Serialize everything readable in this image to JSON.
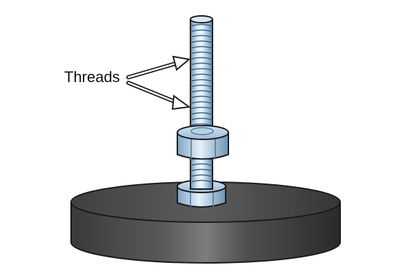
{
  "labels": {
    "threads": "Threads"
  },
  "colors": {
    "background": "#ffffff",
    "text": "#111111",
    "base_dark": "#2a2a2a",
    "base_light": "#8a8a8a",
    "metal_light": "#e8f2fa",
    "metal_mid": "#a9c7e0",
    "metal_dark": "#5f86a6",
    "outline": "#1a1a1a"
  },
  "parts": {
    "base": "magnetic-base",
    "rod": "threaded-rod",
    "upper_nut": "hex-nut",
    "lower_nut": "hex-nut"
  }
}
